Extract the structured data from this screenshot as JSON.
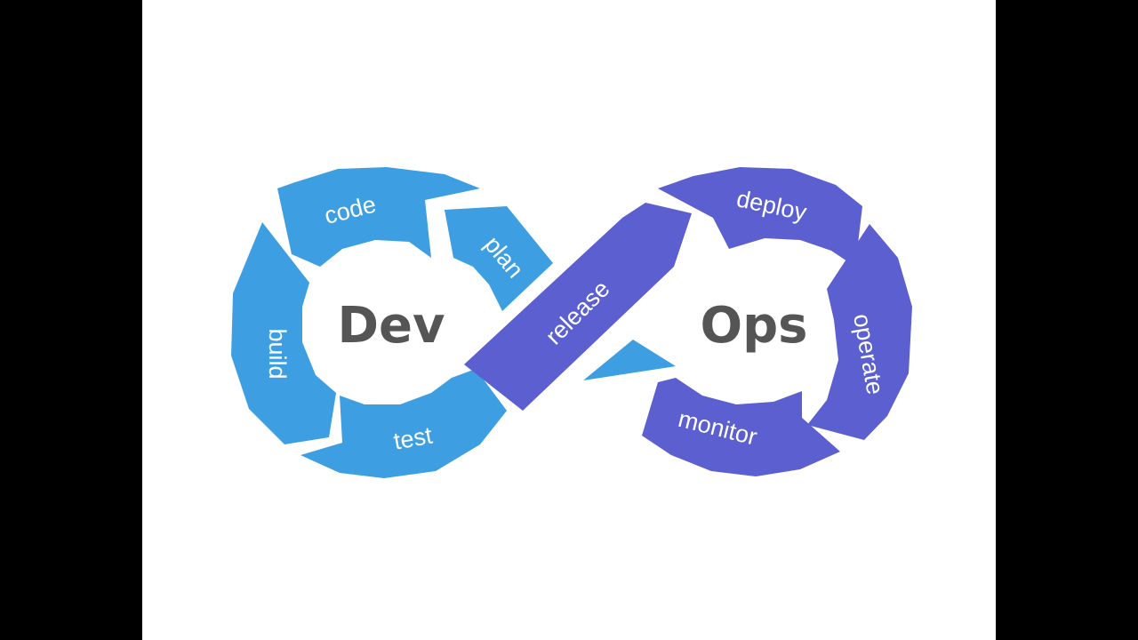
{
  "colors": {
    "dev_blue": "#3d9fe2",
    "ops_purple": "#5b5fcf",
    "center_text": "#555555",
    "background": "#ffffff",
    "letterbox": "#000000"
  },
  "diagram": {
    "dev_label": "Dev",
    "ops_label": "Ops",
    "stages": {
      "plan": "plan",
      "code": "code",
      "build": "build",
      "test": "test",
      "release": "release",
      "deploy": "deploy",
      "operate": "operate",
      "monitor": "monitor"
    }
  }
}
